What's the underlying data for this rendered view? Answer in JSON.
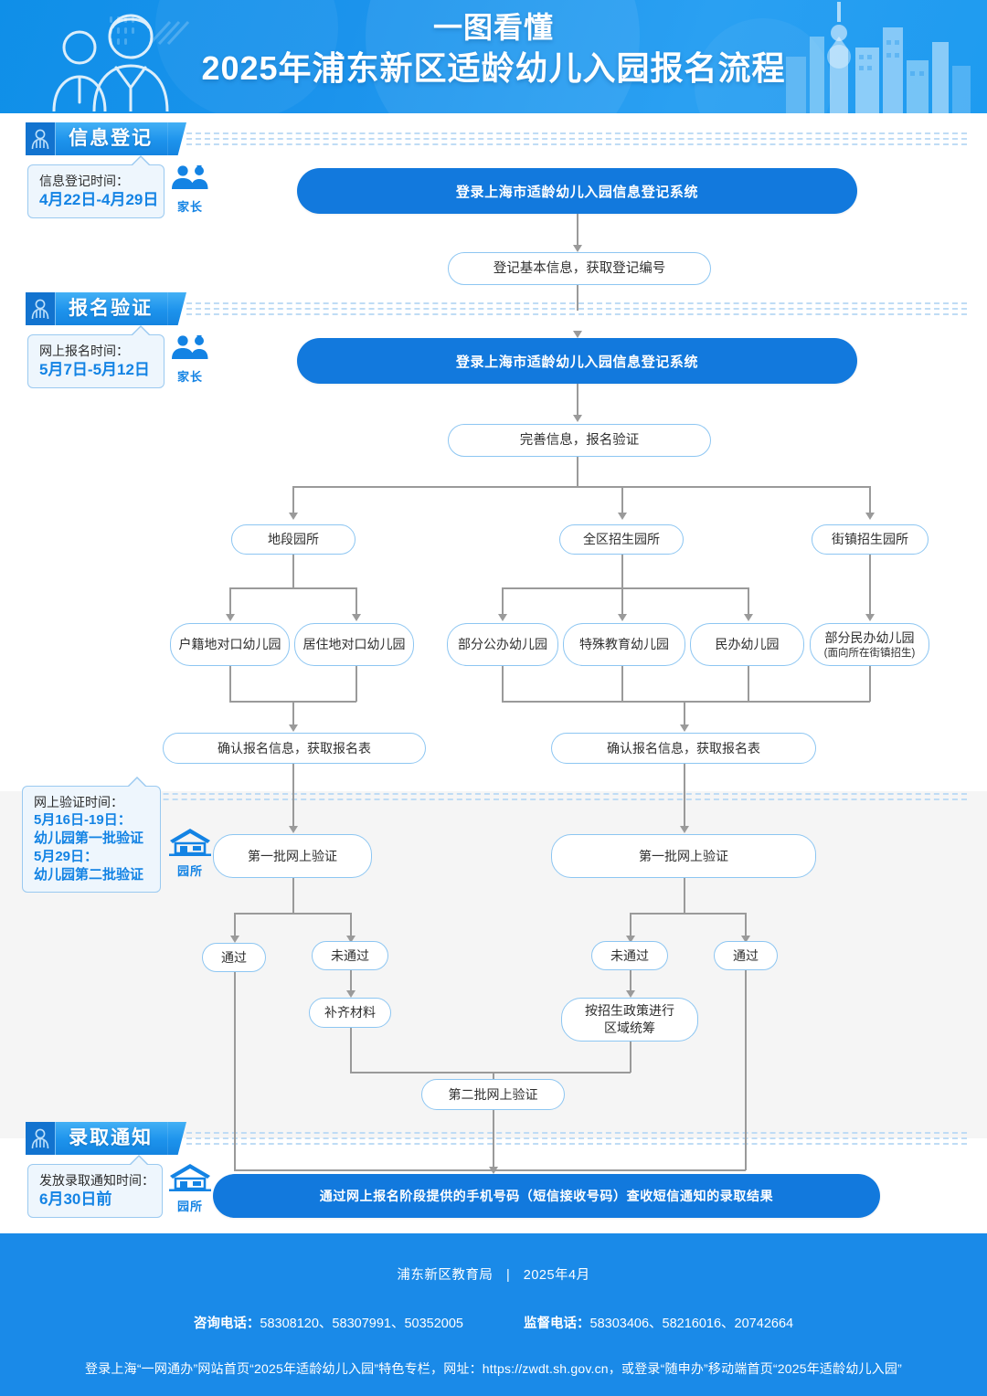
{
  "header": {
    "title_line1": "一图看懂",
    "title_line2": "2025年浦东新区适龄幼儿入园报名流程"
  },
  "sections": [
    {
      "key": "info_registration",
      "tab_label": "信息登记",
      "tab_icon": "person-icon",
      "callout_label": "信息登记时间：",
      "callout_date": "4月22日-4月29日",
      "actor_icon": "parents-icon",
      "actor_label": "家长"
    },
    {
      "key": "application_verification",
      "tab_label": "报名验证",
      "tab_icon": "person-icon",
      "callout_label": "网上报名时间：",
      "callout_date": "5月7日-5月12日",
      "actor_icon": "parents-icon",
      "actor_label": "家长"
    },
    {
      "key": "online_verification",
      "callout_label": "网上验证时间：",
      "callout_lines": [
        "5月16日-19日：",
        "幼儿园第一批验证",
        "5月29日：",
        "幼儿园第二批验证"
      ],
      "actor_icon": "school-icon",
      "actor_label": "园所"
    },
    {
      "key": "admission_notice",
      "tab_label": "录取通知",
      "tab_icon": "person-icon",
      "callout_label": "发放录取通知时间：",
      "callout_date": "6月30日前",
      "actor_icon": "school-icon",
      "actor_label": "园所"
    }
  ],
  "flow": {
    "step_login_1": "登录上海市适龄幼儿入园信息登记系统",
    "step_basic_info": "登记基本信息，获取登记编号",
    "step_login_2": "登录上海市适龄幼儿入园信息登记系统",
    "step_complete_info": "完善信息，报名验证",
    "branch_district": "地段园所",
    "branch_citywide": "全区招生园所",
    "branch_town": "街镇招生园所",
    "kg_household": "户籍地对口幼儿园",
    "kg_residence": "居住地对口幼儿园",
    "kg_public": "部分公办幼儿园",
    "kg_special": "特殊教育幼儿园",
    "kg_private": "民办幼儿园",
    "kg_private_town": "部分民办幼儿园",
    "kg_private_town_note": "(面向所在街镇招生)",
    "confirm_left": "确认报名信息，获取报名表",
    "confirm_right": "确认报名信息，获取报名表",
    "batch1_left": "第一批网上验证",
    "batch1_right": "第一批网上验证",
    "pass_left": "通过",
    "fail_left": "未通过",
    "fail_right": "未通过",
    "pass_right": "通过",
    "supplement": "补齐材料",
    "coordinate_line1": "按招生政策进行",
    "coordinate_line2": "区域统筹",
    "batch2": "第二批网上验证",
    "final_notice": "通过网上报名阶段提供的手机号码（短信接收号码）查收短信通知的录取结果"
  },
  "footer": {
    "org": "浦东新区教育局",
    "divider": "|",
    "date": "2025年4月",
    "consult_label": "咨询电话：",
    "consult_numbers": "58308120、58307991、50352005",
    "supervise_label": "监督电话：",
    "supervise_numbers": "58303406、58216016、20742664",
    "note": "登录上海“一网通办”网站首页“2025年适龄幼儿入园”特色专栏，网址：https://zwdt.sh.gov.cn，或登录“随申办”移动端首页“2025年适龄幼儿入园”"
  },
  "colors": {
    "brand_blue": "#1a8ae8",
    "node_blue": "#1279dd",
    "node_outline": "#8dc6f2",
    "connector_gray": "#9a9a9a",
    "callout_bg": "#eef6fd",
    "shade_band": "#f5f5f5"
  }
}
